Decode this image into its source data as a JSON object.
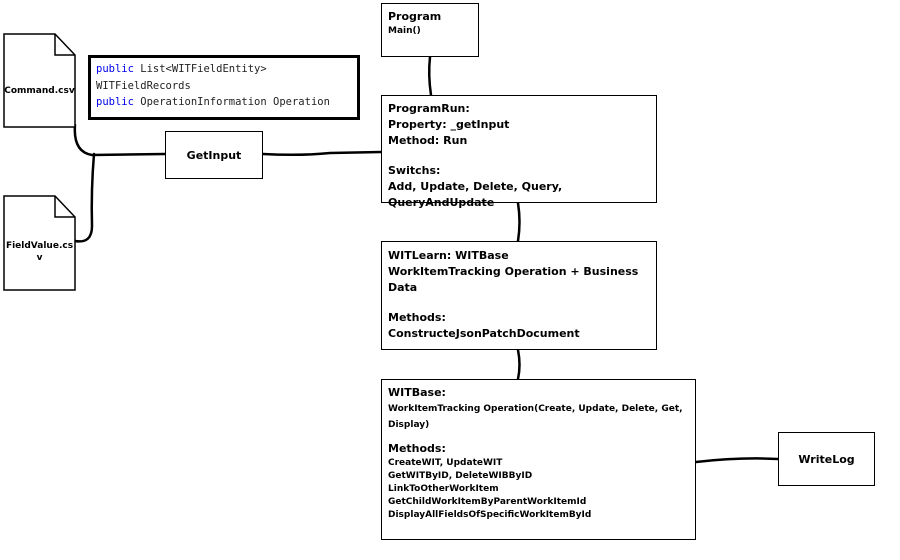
{
  "files": {
    "command": "Command.csv",
    "fieldvalue_line1": "FieldValue.cs",
    "fieldvalue_line2": "v"
  },
  "code": {
    "line1_kw": "public",
    "line1_rest": "List<WITFieldEntity>",
    "line2": "WITFieldRecords",
    "line3_kw": "public",
    "line3_rest": "OperationInformation Operation"
  },
  "getinput": "GetInput",
  "program": {
    "title": "Program",
    "method": "Main()"
  },
  "programrun": {
    "title": "ProgramRun:",
    "property": "Property: _getInput",
    "method": "Method: Run",
    "switchs_title": "Switchs:",
    "switchs": "Add, Update, Delete, Query, QueryAndUpdate"
  },
  "witlearn": {
    "title": "WITLearn: WITBase",
    "desc1": "WorkItemTracking Operation + Business",
    "desc2": "Data",
    "methods_title": "Methods:",
    "methods": "ConstructeJsonPatchDocument"
  },
  "witbase": {
    "title": "WITBase:",
    "desc1": "WorkItemTracking Operation(Create, Update, Delete, Get,",
    "desc2": "Display)",
    "methods_title": "Methods:",
    "methods": [
      "CreateWIT, UpdateWIT",
      "GetWITByID, DeleteWIBByID",
      "LinkToOtherWorkItem",
      "GetChildWorkItemByParentWorkItemId",
      "DisplayAllFieldsOfSpecificWorkItemById"
    ]
  },
  "writelog": "WriteLog"
}
